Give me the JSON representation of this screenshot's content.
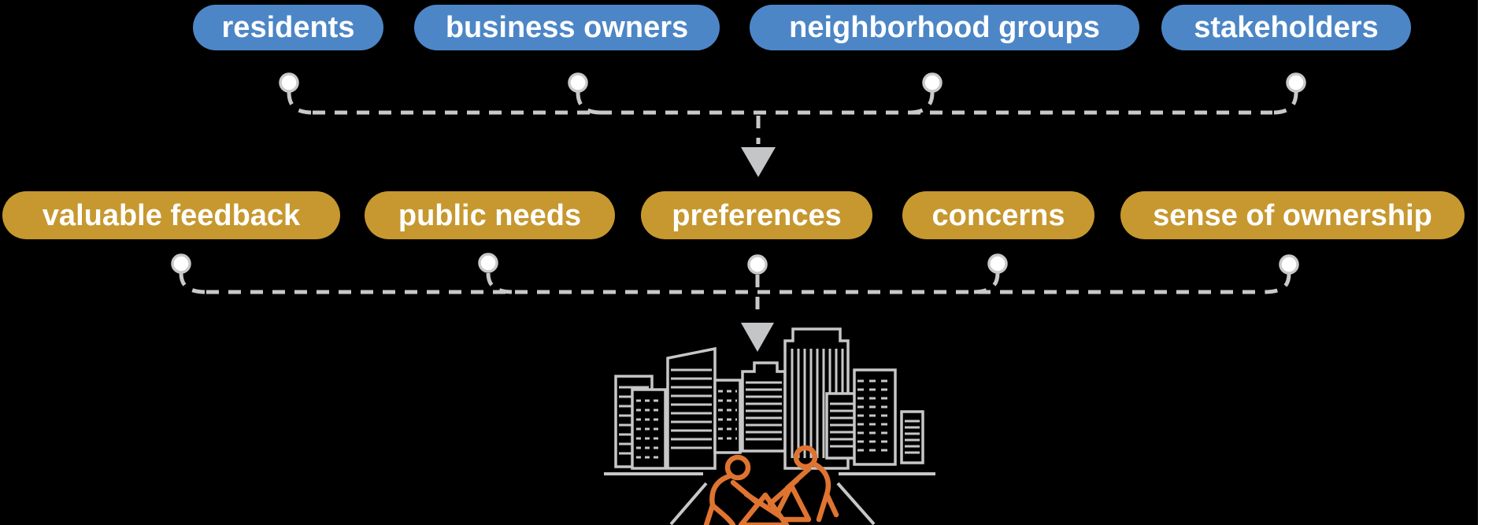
{
  "colors": {
    "background": "#000000",
    "pill_blue": "#4C86C6",
    "pill_gold": "#C6982F",
    "pill_text": "#FFFFFF",
    "connector_gray": "#C9C9C9",
    "arrow_gray": "#C3C5C7",
    "building_gray": "#C7C7C7",
    "worker_orange": "#DF7430",
    "node_fill": "#FFFFFF",
    "right_margin_white": "#FFFFFF"
  },
  "flow": {
    "sources": {
      "items": [
        "residents",
        "business owners",
        "neighborhood groups",
        "stakeholders"
      ]
    },
    "outcomes": {
      "items": [
        "valuable feedback",
        "public needs",
        "preferences",
        "concerns",
        "sense of ownership"
      ]
    },
    "icons": [
      "arrow-down-icon",
      "city-skyline-icon",
      "road-icon",
      "construction-workers-icon"
    ]
  }
}
